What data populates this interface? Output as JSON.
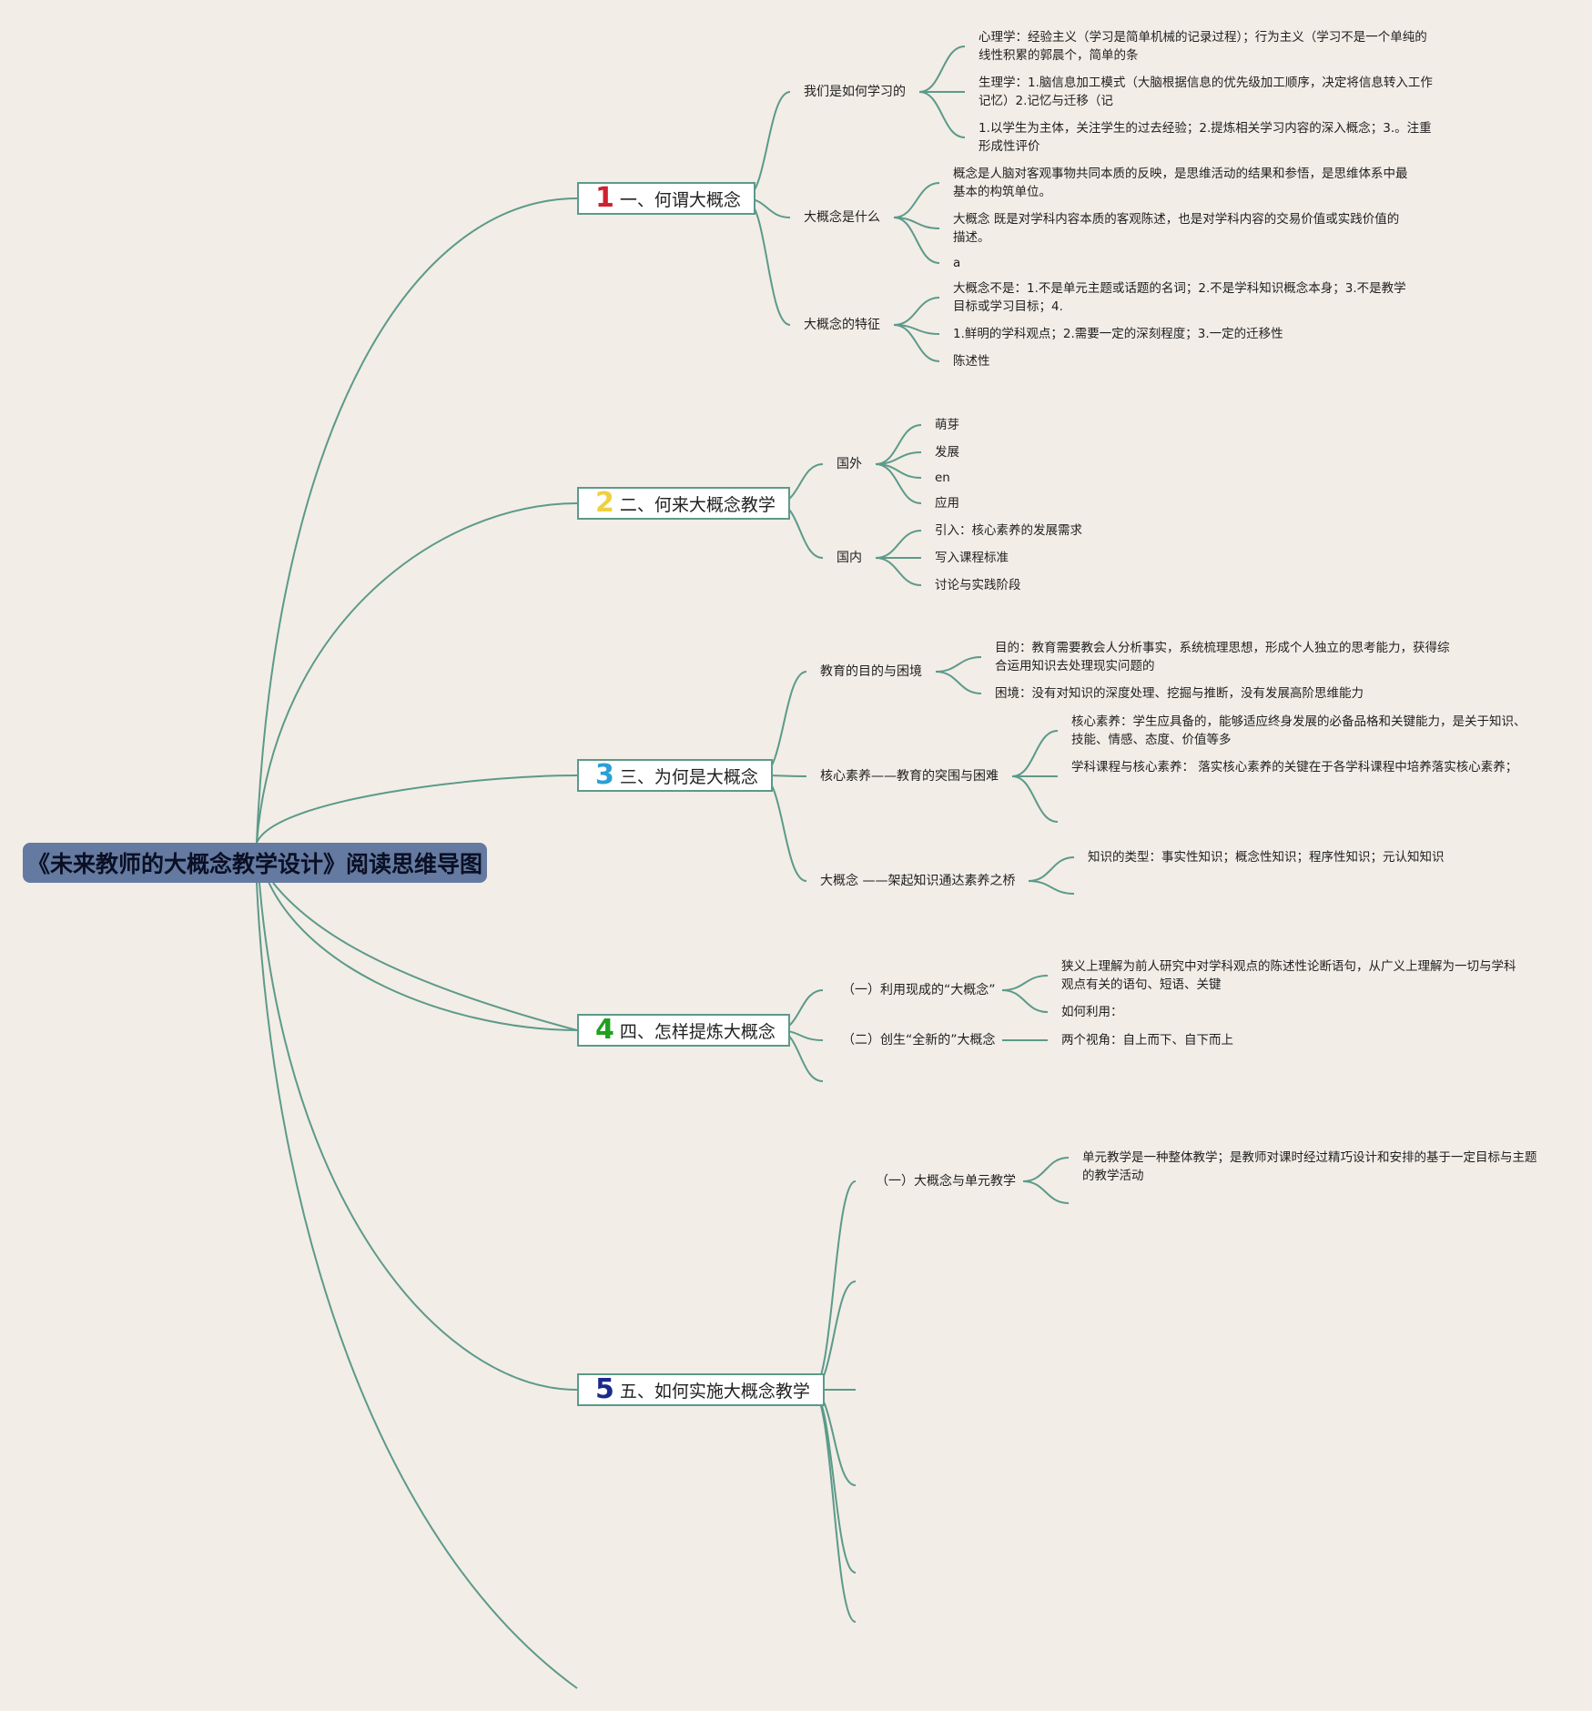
{
  "root": {
    "title": "《未来教师的大概念教学设计》阅读思维导图"
  },
  "colors": {
    "line": "#5c9a8a",
    "root_bg": "#647aa0",
    "num1": "#d0202e",
    "num2": "#f0d040",
    "num3": "#2a9fd8",
    "num4": "#20a020",
    "num5": "#1c2a8a"
  },
  "branches": [
    {
      "num": "1",
      "label": "一、何谓大概念",
      "subs": [
        {
          "label": "我们是如何学习的",
          "leaves": [
            "心理学：经验主义（学习是简单机械的记录过程）；行为主义（学习不是一个单纯的线性积累的郭晨个，简单的条",
            "生理学：1.脑信息加工模式（大脑根据信息的优先级加工顺序，决定将信息转入工作记忆）2.记忆与迁移（记",
            "1.以学生为主体，关注学生的过去经验；2.提炼相关学习内容的深入概念；3.。注重形成性评价"
          ]
        },
        {
          "label": "大概念是什么",
          "leaves": [
            "概念是人脑对客观事物共同本质的反映，是思维活动的结果和参悟，是思维体系中最基本的构筑单位。",
            "大概念 既是对学科内容本质的客观陈述，也是对学科内容的交易价值或实践价值的描述。",
            "a"
          ]
        },
        {
          "label": "大概念的特征",
          "leaves": [
            "大概念不是：1.不是单元主题或话题的名词；2.不是学科知识概念本身；3.不是教学目标或学习目标；4.",
            "1.鲜明的学科观点；2.需要一定的深刻程度；3.一定的迁移性",
            "陈述性"
          ]
        }
      ]
    },
    {
      "num": "2",
      "label": "二、何来大概念教学",
      "subs": [
        {
          "label": "国外",
          "leaves": [
            "萌芽",
            "发展",
            "en",
            "应用"
          ]
        },
        {
          "label": "国内",
          "leaves": [
            "引入：核心素养的发展需求",
            "写入课程标准",
            "讨论与实践阶段"
          ]
        }
      ]
    },
    {
      "num": "3",
      "label": "三、为何是大概念",
      "subs": [
        {
          "label": "教育的目的与困境",
          "leaves": [
            "目的：教育需要教会人分析事实，系统梳理思想，形成个人独立的思考能力，获得综合运用知识去处理现实问题的",
            "困境：没有对知识的深度处理、挖掘与推断，没有发展高阶思维能力"
          ]
        },
        {
          "label": "核心素养——教育的突围与困难",
          "leaves": [
            "核心素养：学生应具备的，能够适应终身发展的必备品格和关键能力，是关于知识、技能、情感、态度、价值等多",
            "学科课程与核心素养： 落实核心素养的关键在于各学科课程中培养落实核心素养；"
          ]
        },
        {
          "label": "大概念 ——架起知识通达素养之桥",
          "leaves": [
            "知识的类型：事实性知识；概念性知识；程序性知识；元认知知识"
          ]
        }
      ]
    },
    {
      "num": "4",
      "label": "四、怎样提炼大概念",
      "subs": [
        {
          "label": "（一）利用现成的“大概念”",
          "leaves": [
            "狭义上理解为前人研究中对学科观点的陈述性论断语句，从广义上理解为一切与学科观点有关的语句、短语、关键",
            "如何利用："
          ]
        },
        {
          "label": "（二）创生“全新的”大概念",
          "leaves": [
            "两个视角：自上而下、自下而上"
          ]
        }
      ]
    },
    {
      "num": "5",
      "label": "五、如何实施大概念教学",
      "subs": [
        {
          "label": "（一）大概念与单元教学",
          "leaves": [
            "单元教学是一种整体教学；是教师对课时经过精巧设计和安排的基于一定目标与主题的教学活动"
          ]
        }
      ]
    }
  ]
}
